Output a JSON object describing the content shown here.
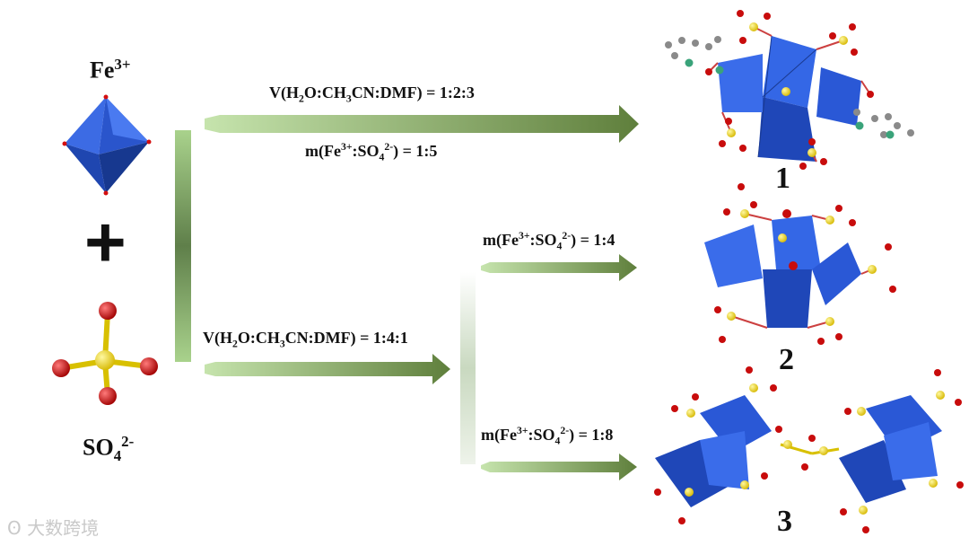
{
  "reactants": {
    "fe": {
      "base": "Fe",
      "charge": "3+"
    },
    "plus": "+",
    "so4": {
      "base": "SO",
      "sub": "4",
      "charge": "2-"
    }
  },
  "conditions": {
    "v1": {
      "t1": "V(H",
      "s1": "2",
      "t2": "O:CH",
      "s2": "3",
      "t3": "CN:DMF) = 1:2:3"
    },
    "m1": {
      "t1": "m(Fe",
      "sup1": "3+",
      "t2": ":SO",
      "sub": "4",
      "sup2": "2-",
      "t3": ") = 1:5"
    },
    "v2": {
      "t1": "V(H",
      "s1": "2",
      "t2": "O:CH",
      "s2": "3",
      "t3": "CN:DMF) = 1:4:1"
    },
    "m2": {
      "t1": "m(Fe",
      "sup1": "3+",
      "t2": ":SO",
      "sub": "4",
      "sup2": "2-",
      "t3": ") = 1:4"
    },
    "m3": {
      "t1": "m(Fe",
      "sup1": "3+",
      "t2": ":SO",
      "sub": "4",
      "sup2": "2-",
      "t3": ") = 1:8"
    }
  },
  "products": {
    "p1": "1",
    "p2": "2",
    "p3": "3"
  },
  "watermark": "大数跨境",
  "colors": {
    "octahedron": "#2f5fd8",
    "octahedron_dark": "#1e3f9e",
    "arrow_green": "#5f7f3c",
    "arrow_light": "#b9d89a",
    "sulfur": "#f2d400",
    "oxygen": "#d40f0f",
    "carbon": "#8a8a8a",
    "nitrogen": "#3aa37a",
    "bond": "#cc4040"
  }
}
